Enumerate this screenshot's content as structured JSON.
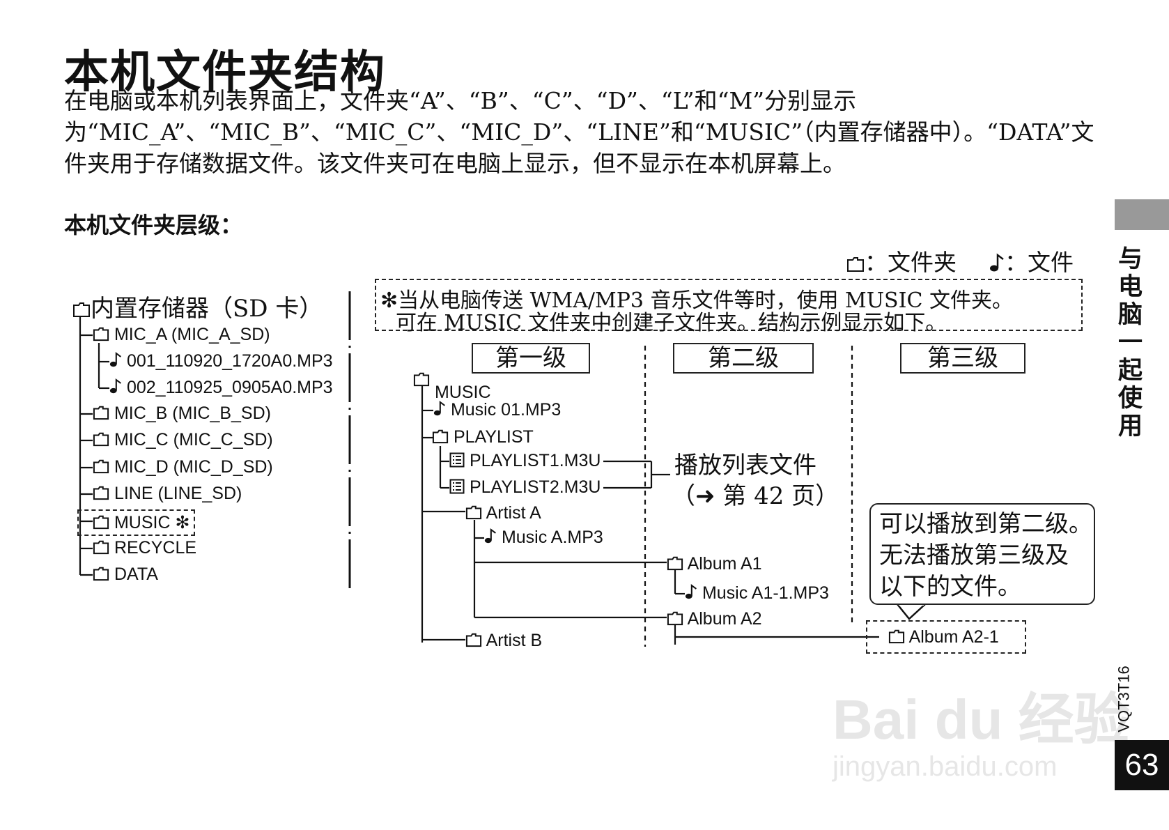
{
  "title": "本机文件夹结构",
  "intro": "在电脑或本机列表界面上，文件夹“A”、“B”、“C”、“D”、“L”和“M”分别显示为“MIC_A”、“MIC_B”、“MIC_C”、“MIC_D”、“LINE”和“MUSIC”（内置存储器中）。“DATA”文件夹用于存储数据文件。该文件夹可在电脑上显示，但不显示在本机屏幕上。",
  "subheading": "本机文件夹层级：",
  "legend": {
    "folder_label": "：文件夹",
    "file_label": "：文件"
  },
  "left_tree": {
    "root": "内置存储器（SD 卡）",
    "items": [
      "MIC_A (MIC_A_SD)",
      "001_110920_1720A0.MP3",
      "002_110925_0905A0.MP3",
      "MIC_B (MIC_B_SD)",
      "MIC_C (MIC_C_SD)",
      "MIC_D (MIC_D_SD)",
      "LINE (LINE_SD)",
      "MUSIC ✻",
      "RECYCLE",
      "DATA"
    ]
  },
  "note": {
    "line1": "✻当从电脑传送 WMA/MP3 音乐文件等时，使用 MUSIC 文件夹。",
    "line2": "可在 MUSIC 文件夹中创建子文件夹。结构示例显示如下。"
  },
  "levels": [
    "第一级",
    "第二级",
    "第三级"
  ],
  "music_tree": {
    "music": "MUSIC",
    "music01": "Music 01.MP3",
    "playlist": "PLAYLIST",
    "playlist1": "PLAYLIST1.M3U",
    "playlist2": "PLAYLIST2.M3U",
    "artist_a": "Artist A",
    "music_a": "Music A.MP3",
    "album_a1": "Album A1",
    "music_a1": "Music A1-1.MP3",
    "album_a2": "Album A2",
    "album_a21": "Album A2-1",
    "artist_b": "Artist B"
  },
  "playlist_note": {
    "line1": "播放列表文件",
    "line2": "（➜ 第 42 页）"
  },
  "callout": {
    "line1": "可以播放到第二级。",
    "line2": "无法播放第三级及",
    "line3": "以下的文件。"
  },
  "side_tab": "与电脑一起使用",
  "doc_code": "VQT3T16",
  "page_number": "63",
  "watermark": {
    "brand": "Bai du 经验",
    "url": "jingyan.baidu.com"
  }
}
